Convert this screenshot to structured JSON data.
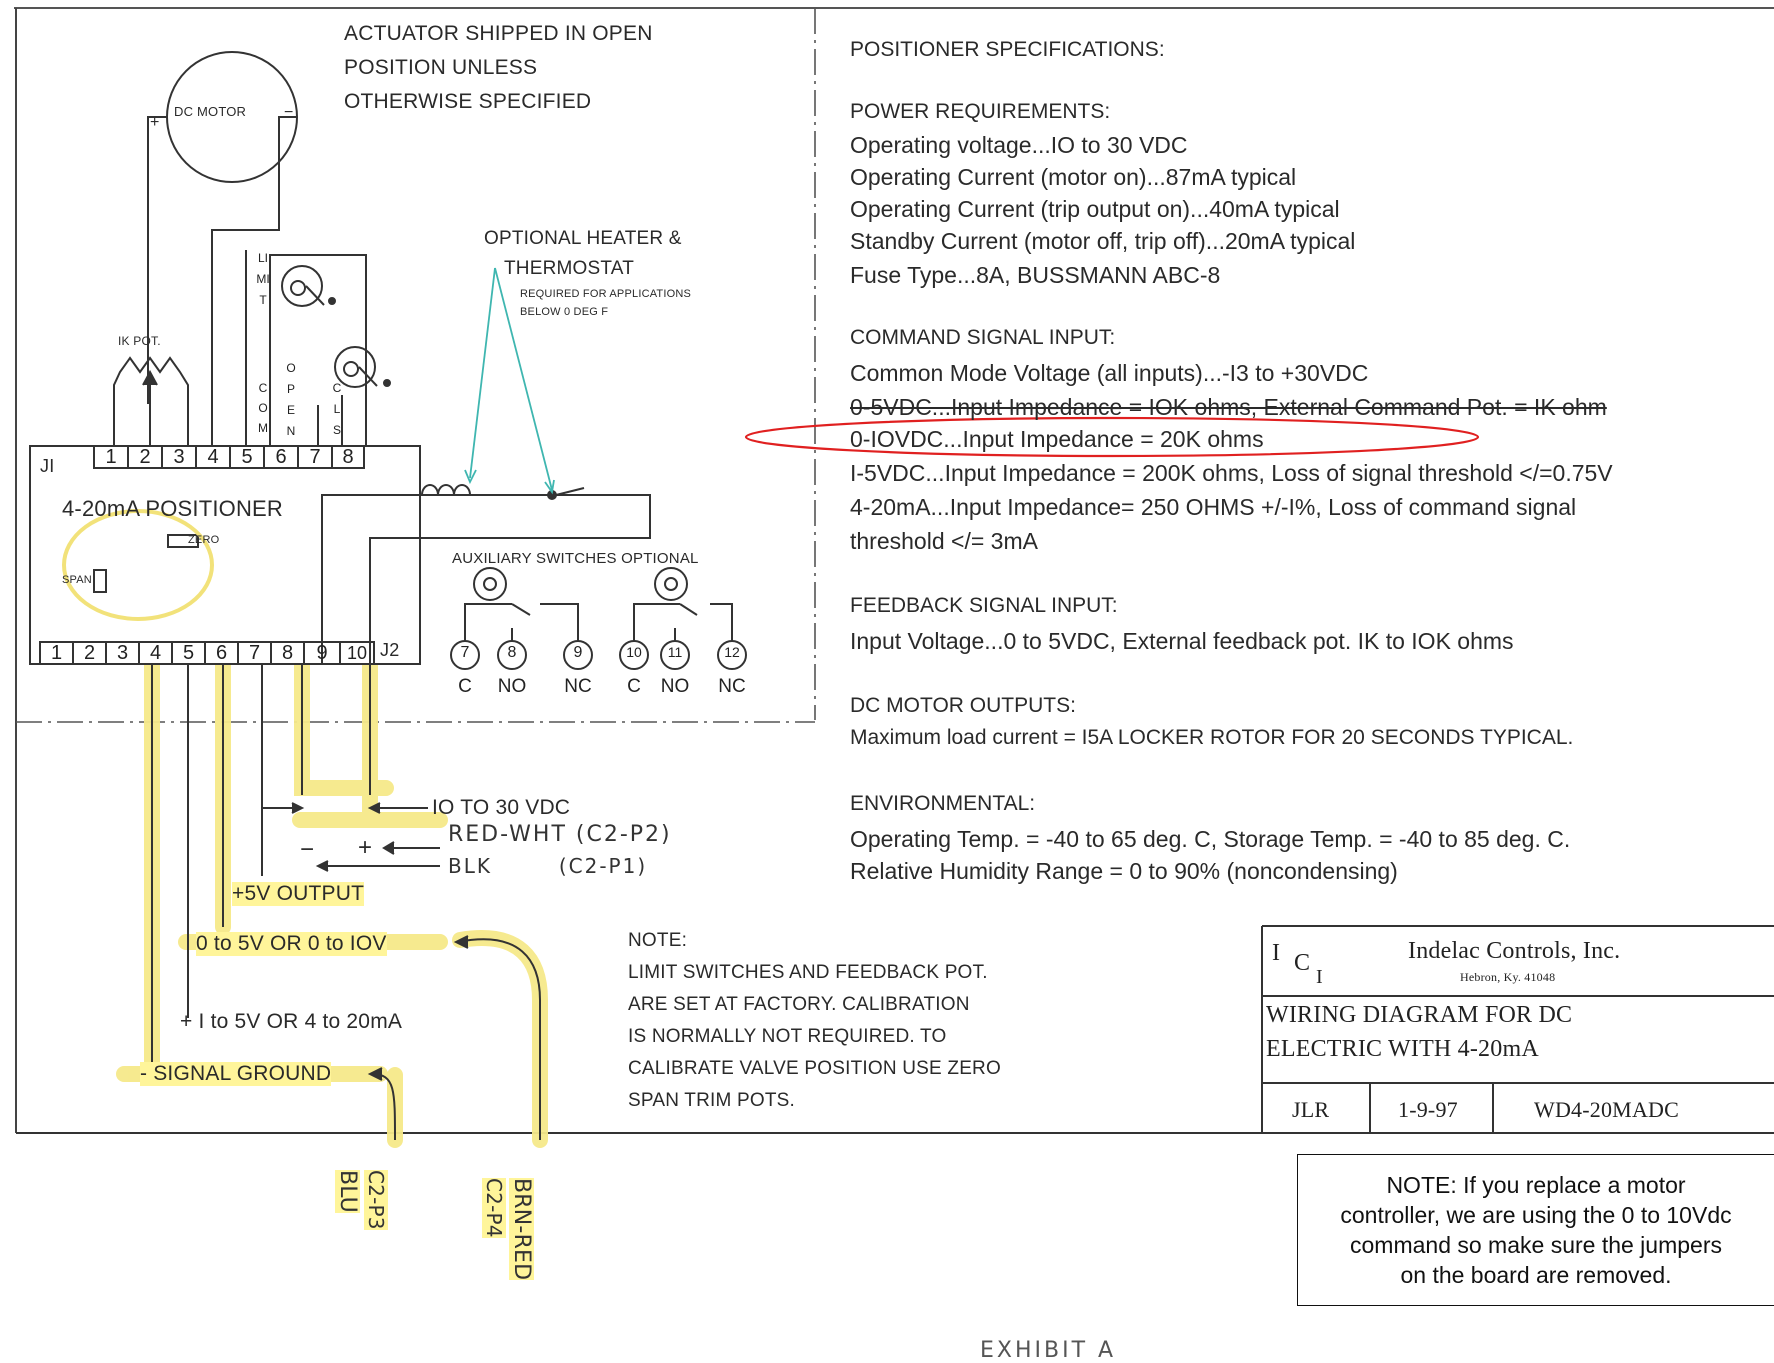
{
  "actuator_note": [
    "ACTUATOR SHIPPED IN OPEN",
    "POSITION UNLESS",
    "OTHERWISE SPECIFIED"
  ],
  "motor_label": "DC MOTOR",
  "motor_plus": "+",
  "motor_minus": "−",
  "pot_label": "IK POT.",
  "limit_label": "LIMIT",
  "com_label": "COM",
  "open_label": "OPEN",
  "cls_label": "CLS",
  "heater_title": [
    "OPTIONAL HEATER &",
    "THERMOSTAT"
  ],
  "heater_sub": [
    "REQUIRED FOR APPLICATIONS",
    "BELOW 0 DEG F"
  ],
  "j1_label": "JI",
  "j1_terminals": [
    "1",
    "2",
    "3",
    "4",
    "5",
    "6",
    "7",
    "8"
  ],
  "j2_label": "J2",
  "j2_terminals": [
    "1",
    "2",
    "3",
    "4",
    "5",
    "6",
    "7",
    "8",
    "9",
    "10"
  ],
  "positioner_title": "4-20mA POSITIONER",
  "zero_label": "ZERO",
  "span_label": "SPAN",
  "aux_title": "AUXILIARY SWITCHES OPTIONAL",
  "aux_numbers": [
    "7",
    "8",
    "9",
    "10",
    "11",
    "12"
  ],
  "aux_labels": [
    "C",
    "NO",
    "NC",
    "C",
    "NO",
    "NC"
  ],
  "supply_label": "IO TO 30 VDC",
  "minus_sign": "−",
  "plus_sign": "+",
  "hand_red_wht": "RED-WHT (C2-P2)",
  "hand_blk": "BLK        (C2-P1)",
  "output_5v": "+5V OUTPUT",
  "input_0_10": "0 to 5V OR 0 to IOV",
  "input_4_20": "+ I to 5V  OR  4 to 20mA",
  "signal_ground": "- SIGNAL  GROUND",
  "hand_blu": "BLU",
  "hand_c2p3": "C2-P3",
  "hand_brn": "BRN-RED",
  "hand_c2p4": "C2-P4",
  "note_title": "NOTE:",
  "note_lines": [
    "LIMIT SWITCHES AND FEEDBACK POT.",
    "ARE SET AT FACTORY. CALIBRATION",
    "IS NORMALLY NOT REQUIRED.  TO",
    "CALIBRATE VALVE POSITION USE  ZERO",
    "SPAN TRIM POTS."
  ],
  "specs_title": "POSITIONER SPECIFICATIONS:",
  "power_title": "POWER REQUIREMENTS:",
  "power_lines": [
    "Operating voltage...IO to 30 VDC",
    "Operating Current  (motor on)...87mA typical",
    "Operating Current  (trip output on)...40mA typical",
    "Standby Current  (motor off,  trip off)...20mA typical",
    "Fuse Type...8A, BUSSMANN ABC-8"
  ],
  "command_title": "COMMAND SIGNAL INPUT:",
  "command_lines": [
    "Common Mode Voltage  (all inputs)...-I3 to +30VDC",
    "0-5VDC...Input Impedance = IOK ohms,  External Command Pot. = IK ohm",
    "0-IOVDC...Input Impedance = 20K ohms",
    "I-5VDC...Input Impedance = 200K ohms, Loss of signal threshold </=0.75V",
    "4-20mA...Input Impedance= 250 OHMS +/-I%, Loss of command signal",
    "threshold </= 3mA"
  ],
  "feedback_title": "FEEDBACK SIGNAL INPUT:",
  "feedback_lines": [
    "Input Voltage...0 to 5VDC, External feedback pot. IK to IOK ohms"
  ],
  "motor_out_title": "DC MOTOR OUTPUTS:",
  "motor_out_lines": [
    "Maximum load current = I5A LOCKER ROTOR FOR 20 SECONDS TYPICAL."
  ],
  "env_title": "ENVIRONMENTAL:",
  "env_lines": [
    "Operating Temp. = -40 to 65 deg. C,  Storage Temp. = -40 to 85 deg. C.",
    "Relative Humidity Range = 0 to 90%  (noncondensing)"
  ],
  "tb_logo_i": "I",
  "tb_logo_c": "C",
  "tb_logo_i2": "I",
  "tb_company": "Indelac  Controls,  Inc.",
  "tb_address": "Hebron,  Ky. 41048",
  "tb_title": [
    "WIRING DIAGRAM FOR DC",
    "ELECTRIC WITH 4-20mA"
  ],
  "tb_drawn": "JLR",
  "tb_date": "1-9-97",
  "tb_number": "WD4-20MADC",
  "replace_note": [
    "NOTE: If you replace a motor",
    "controller, we are using the 0 to 10Vdc",
    "command so make sure the jumpers",
    "on the board are removed."
  ],
  "bottom_scribble": "EXHIBIT A",
  "colors": {
    "ink": "#2a2a2a",
    "highlight": "#fff59a",
    "handwriting": "#333333",
    "red_circle": "#e02020",
    "teal_arrow": "#3fb6b0",
    "yellow_circle": "#f2e27a"
  }
}
